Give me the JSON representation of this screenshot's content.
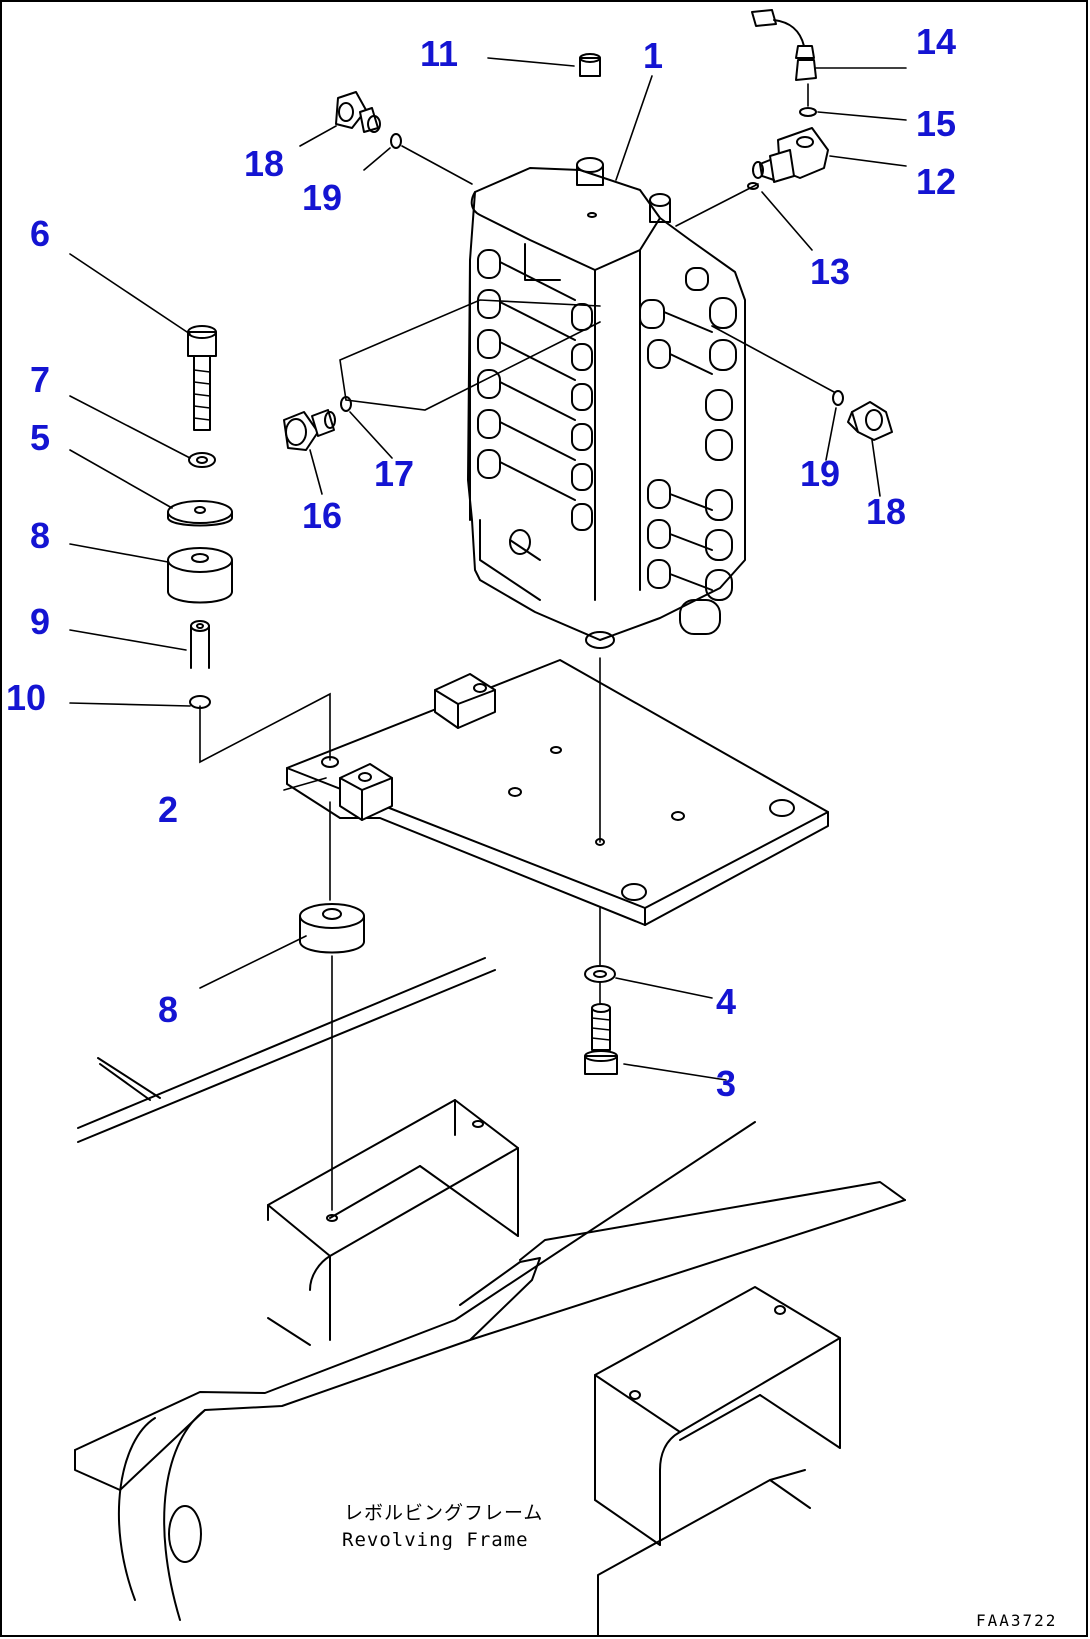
{
  "diagram": {
    "callout_color": "#1414d2",
    "callouts": [
      {
        "id": "c1",
        "label": "1"
      },
      {
        "id": "c2",
        "label": "2"
      },
      {
        "id": "c3",
        "label": "3"
      },
      {
        "id": "c4",
        "label": "4"
      },
      {
        "id": "c5",
        "label": "5"
      },
      {
        "id": "c6",
        "label": "6"
      },
      {
        "id": "c7",
        "label": "7"
      },
      {
        "id": "c8a",
        "label": "8"
      },
      {
        "id": "c8b",
        "label": "8"
      },
      {
        "id": "c9",
        "label": "9"
      },
      {
        "id": "c10",
        "label": "10"
      },
      {
        "id": "c11",
        "label": "11"
      },
      {
        "id": "c12",
        "label": "12"
      },
      {
        "id": "c13",
        "label": "13"
      },
      {
        "id": "c14",
        "label": "14"
      },
      {
        "id": "c15",
        "label": "15"
      },
      {
        "id": "c16",
        "label": "16"
      },
      {
        "id": "c17",
        "label": "17"
      },
      {
        "id": "c18a",
        "label": "18"
      },
      {
        "id": "c18b",
        "label": "18"
      },
      {
        "id": "c19a",
        "label": "19"
      },
      {
        "id": "c19b",
        "label": "19"
      }
    ],
    "frame_label_jp": "レボルビングフレーム",
    "frame_label_en": "Revolving Frame",
    "drawing_code": "FAA3722"
  }
}
